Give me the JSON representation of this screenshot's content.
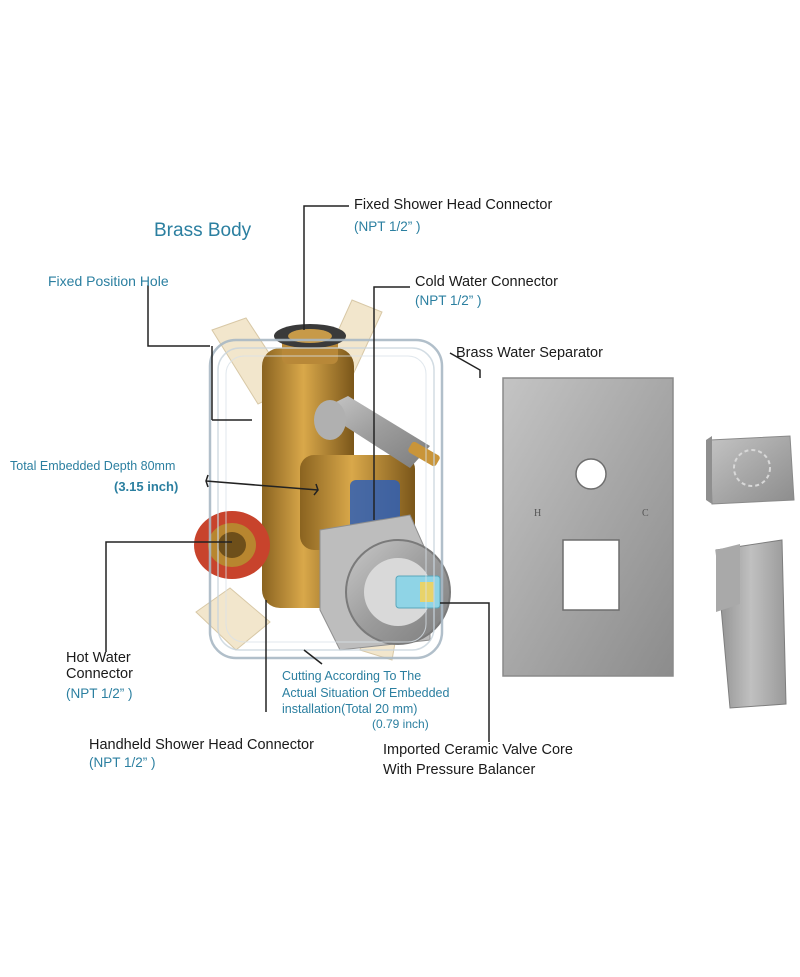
{
  "labels": {
    "brass_body": "Brass Body",
    "fixed_position_hole": "Fixed Position Hole",
    "fixed_shower": {
      "name": "Fixed Shower Head Connector",
      "spec": "(NPT 1/2” )"
    },
    "cold_water": {
      "name": "Cold Water Connector",
      "spec": "(NPT 1/2” )"
    },
    "brass_separator": "Brass Water Separator",
    "embedded_depth": {
      "line1": "Total Embedded Depth 80mm",
      "line2": "(3.15 inch)"
    },
    "hot_water": {
      "line1": "Hot Water",
      "line2": "Connector",
      "spec": "(NPT 1/2” )"
    },
    "cutting": {
      "line1": "Cutting According To The",
      "line2": "Actual Situation Of Embedded",
      "line3": "installation(Total 20 mm)",
      "line4": "(0.79 inch)"
    },
    "handheld": {
      "name": "Handheld Shower Head Connector",
      "spec": "(NPT 1/2” )"
    },
    "valve_core": {
      "line1": "Imported Ceramic Valve Core",
      "line2": "With Pressure Balancer"
    }
  },
  "plate_marks": {
    "hot": "H",
    "cold": "C"
  }
}
